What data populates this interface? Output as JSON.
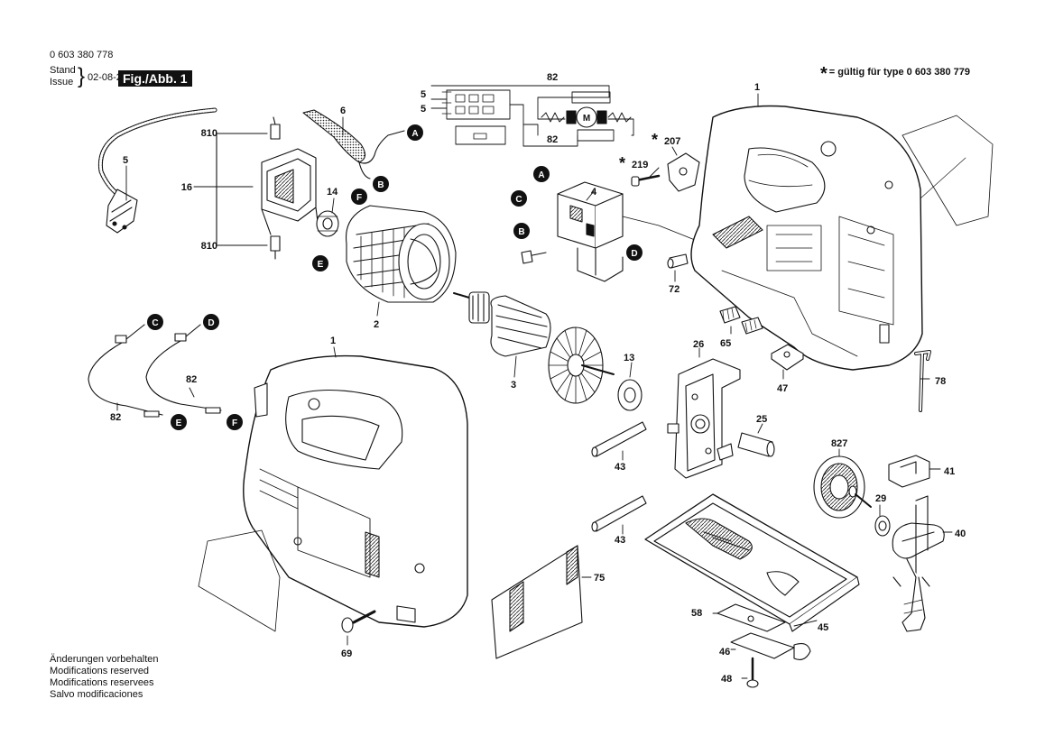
{
  "header": {
    "article_number": "0 603 380 778",
    "stand_label": "Stand",
    "issue_label": "Issue",
    "date": "02-08-23",
    "figure": "Fig./Abb. 1"
  },
  "note": {
    "star": "*",
    "text": "= gültig für type 0 603 380 779"
  },
  "footer": {
    "lines": [
      "Änderungen vorbehalten",
      "Modifications reserved",
      "Modifications reservees",
      "Salvo modificaciones"
    ]
  },
  "connectors": [
    "A",
    "B",
    "C",
    "D",
    "E",
    "F"
  ],
  "parts": {
    "p1a": "1",
    "p1b": "1",
    "p2": "2",
    "p3": "3",
    "p4": "4",
    "p5": "5",
    "p5a": "5",
    "p5b": "5",
    "p6": "6",
    "p13": "13",
    "p14": "14",
    "p16": "16",
    "p25": "25",
    "p26": "26",
    "p29": "29",
    "p40": "40",
    "p41": "41",
    "p43a": "43",
    "p43b": "43",
    "p45": "45",
    "p46": "46",
    "p47": "47",
    "p48": "48",
    "p58": "58",
    "p65": "65",
    "p69": "69",
    "p72": "72",
    "p75": "75",
    "p78": "78",
    "p82a": "82",
    "p82b": "82",
    "p82c": "82",
    "p82d": "82",
    "p207": "207",
    "p219": "219",
    "p810a": "810",
    "p810b": "810",
    "p827": "827",
    "star207": "*",
    "star219": "*"
  }
}
